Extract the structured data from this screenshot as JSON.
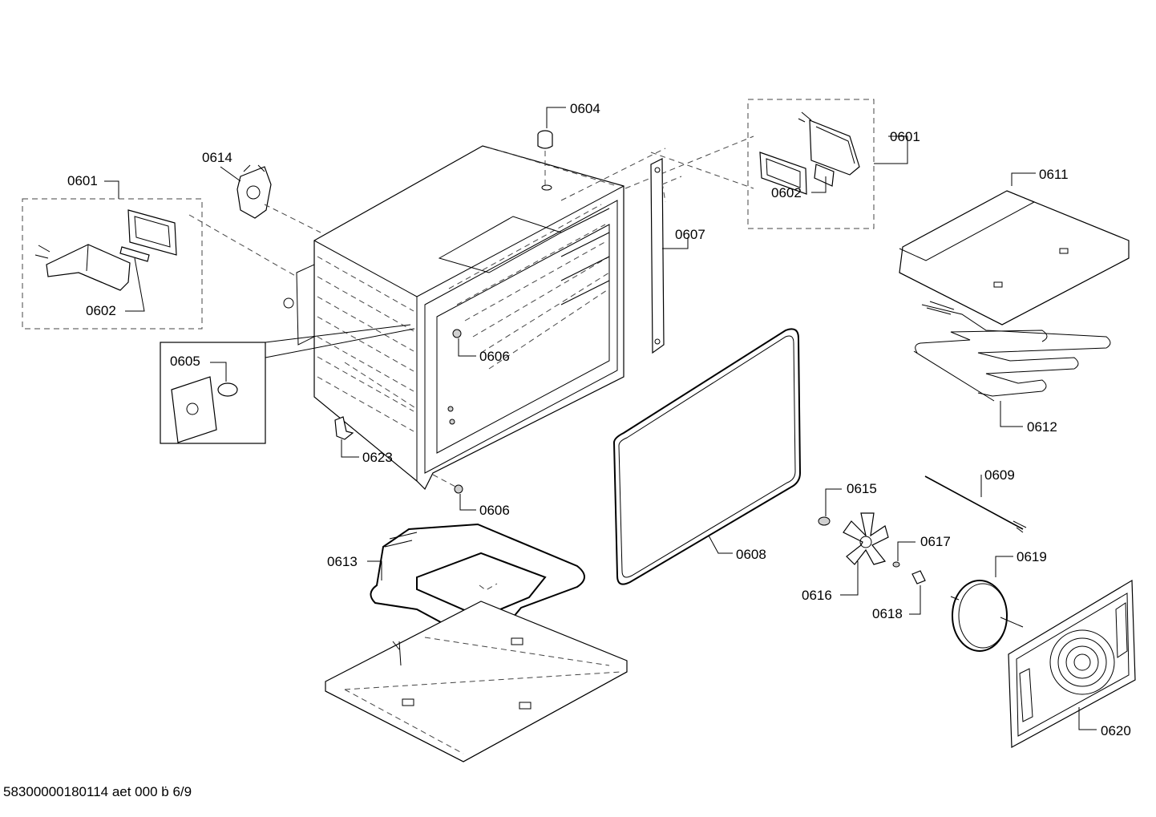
{
  "callouts": {
    "c0601_left": "0601",
    "c0602_left": "0602",
    "c0614": "0614",
    "c0604": "0604",
    "c0601_right": "0601",
    "c0602_right": "0602",
    "c0611": "0611",
    "c0607": "0607",
    "c0605": "0605",
    "c0606_upper": "0606",
    "c0606_lower": "0606",
    "c0623": "0623",
    "c0612": "0612",
    "c0615": "0615",
    "c0609": "0609",
    "c0617": "0617",
    "c0619": "0619",
    "c0613": "0613",
    "c0608": "0608",
    "c0616": "0616",
    "c0618": "0618",
    "c0620": "0620"
  },
  "footer": {
    "doc_id": "58300000180114 aet 000 ḃ 6/9"
  }
}
